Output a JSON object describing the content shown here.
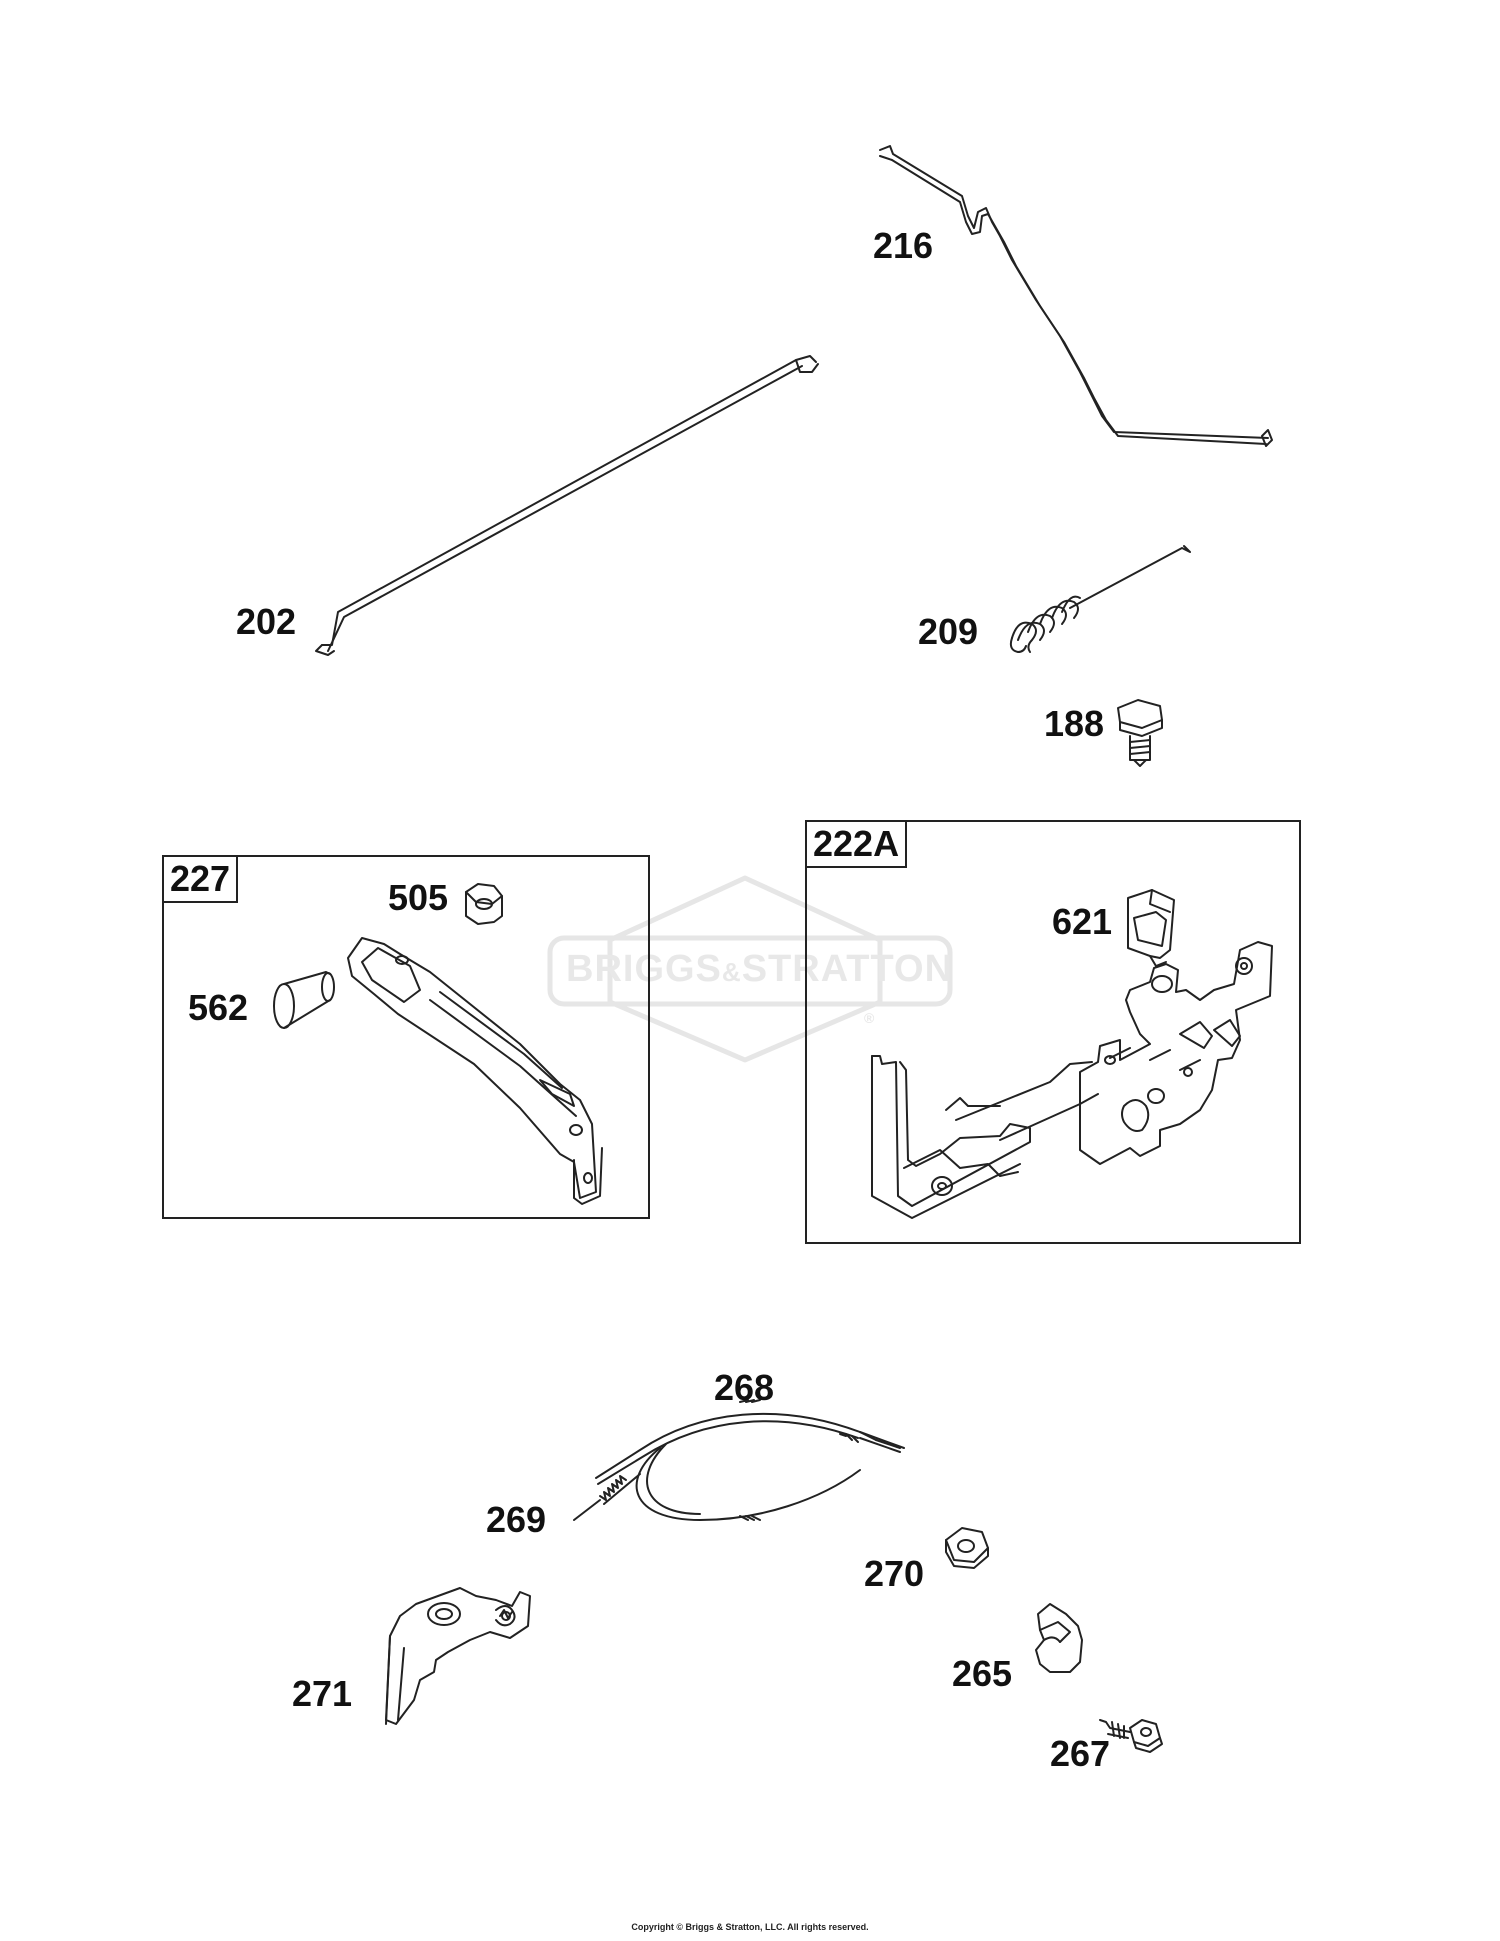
{
  "diagram": {
    "watermark": {
      "brand_left": "BRIGGS",
      "amp": "&",
      "brand_right": "STRATTON",
      "reg": "®"
    },
    "copyright": "Copyright © Briggs & Stratton, LLC. All rights reserved.",
    "callouts": {
      "p216": "216",
      "p202": "202",
      "p209": "209",
      "p188": "188",
      "p505": "505",
      "p562": "562",
      "p621": "621",
      "p268": "268",
      "p269": "269",
      "p270": "270",
      "p271": "271",
      "p265": "265",
      "p267": "267"
    },
    "kits": {
      "k227": "227",
      "k222a": "222A"
    },
    "colors": {
      "line": "#222222",
      "watermark": "#e6e6e6"
    }
  }
}
